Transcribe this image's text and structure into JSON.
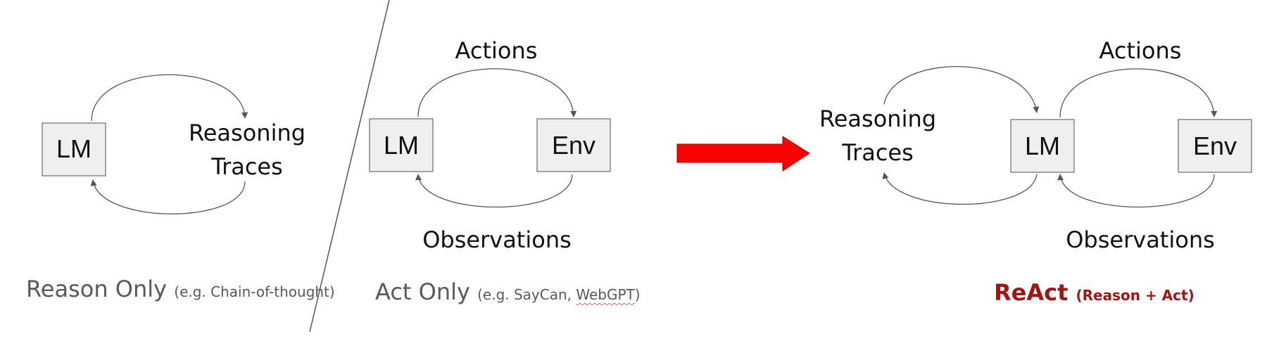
{
  "colors": {
    "box_fill": "#efefef",
    "box_stroke": "#6b6b6b",
    "arrow_stroke": "#555555",
    "big_arrow": "#ff0000",
    "caption_gray": "#595959",
    "react_red": "#a31515"
  },
  "panel_reason": {
    "lm": "LM",
    "reasoning_line1": "Reasoning",
    "reasoning_line2": "Traces",
    "caption_main": "Reason Only",
    "caption_sub": "(e.g. Chain-of-thought)"
  },
  "panel_act": {
    "lm": "LM",
    "env": "Env",
    "actions": "Actions",
    "observations": "Observations",
    "caption_main": "Act Only",
    "caption_sub_prefix": "(e.g. SayCan, ",
    "caption_sub_squiggle": "WebGPT",
    "caption_sub_suffix": ")"
  },
  "panel_react": {
    "reasoning_line1": "Reasoning",
    "reasoning_line2": "Traces",
    "lm": "LM",
    "env": "Env",
    "actions": "Actions",
    "observations": "Observations",
    "caption_main": "ReAct",
    "caption_sub": "(Reason + Act)"
  }
}
